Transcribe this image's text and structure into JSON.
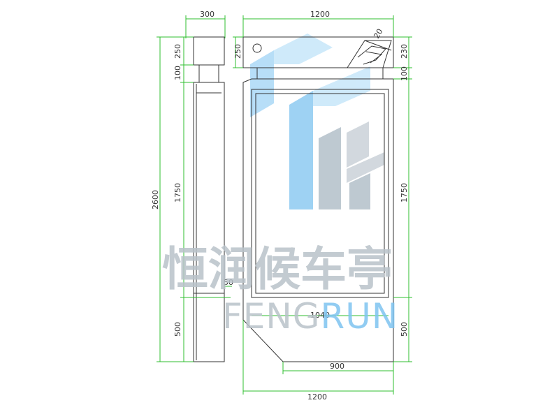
{
  "colors": {
    "dimension_line": "#2fbf2f",
    "outline": "#333333",
    "watermark_blue": "#7ec3f0",
    "watermark_gray": "#b9c2c9",
    "text": "#333333"
  },
  "side_view": {
    "width_label": "300",
    "cap_label": "250",
    "gap_label": "100",
    "panel_label": "1750",
    "total_label": "2600",
    "base_label": "500",
    "offset_label": "50"
  },
  "front_view": {
    "top_width_label": "1200",
    "cap_left_label": "250",
    "cap_right_label": "230",
    "corner_label": "20",
    "gap_label": "100",
    "panel_label": "1750",
    "base_label": "500",
    "inner_width_label": "1040",
    "bottom_width_label": "900",
    "overall_width_label": "1200"
  },
  "watermark": {
    "chinese": "恒润候车亭",
    "english_part1": "FENG",
    "english_part2": "RUN"
  }
}
